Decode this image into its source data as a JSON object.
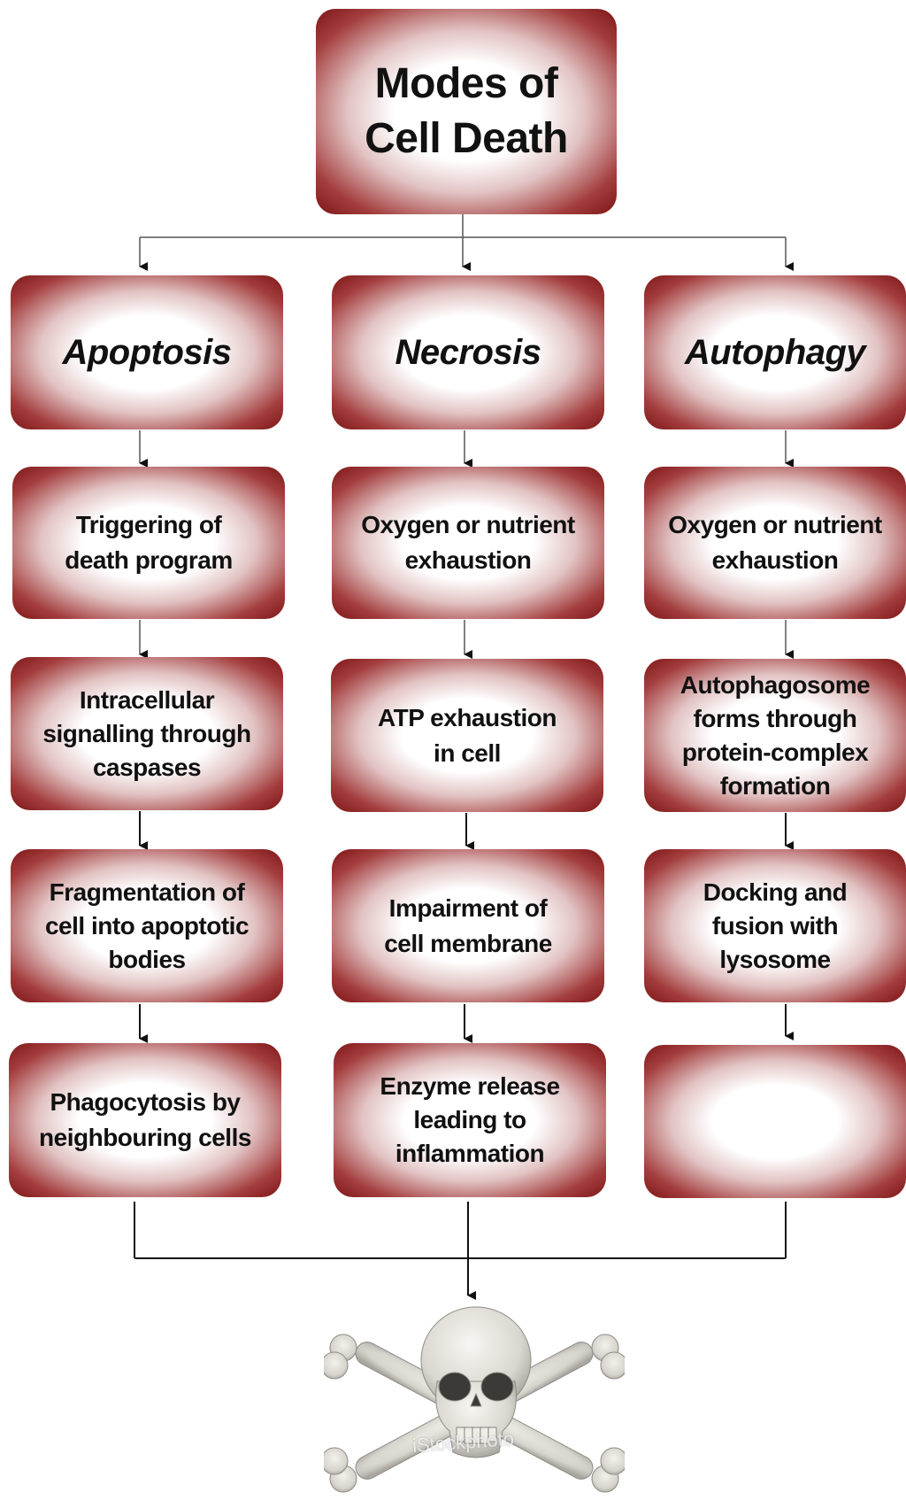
{
  "diagram": {
    "title": "Modes of\nCell Death",
    "columns": [
      {
        "heading": "Apoptosis",
        "steps": [
          "Triggering of\ndeath program",
          "Intracellular\nsignalling through\ncaspases",
          "Fragmentation of\ncell into apoptotic\nbodies",
          "Phagocytosis by\nneighbouring cells"
        ]
      },
      {
        "heading": "Necrosis",
        "steps": [
          "Oxygen or nutrient\nexhaustion",
          "ATP exhaustion\nin cell",
          "Impairment of\ncell membrane",
          "Enzyme release\nleading to\ninflammation"
        ]
      },
      {
        "heading": "Autophagy",
        "steps": [
          "Oxygen or nutrient\nexhaustion",
          "Autophagosome\nforms through\nprotein-complex\nformation",
          "Docking and\nfusion with\nlysosome",
          ""
        ]
      }
    ],
    "endpoint": {
      "icon": "skull-crossbones-icon",
      "watermark": "iStockphoto"
    },
    "colors": {
      "box_edge": "#7d1616",
      "box_center": "#ffffff",
      "connector": "#222222"
    }
  }
}
